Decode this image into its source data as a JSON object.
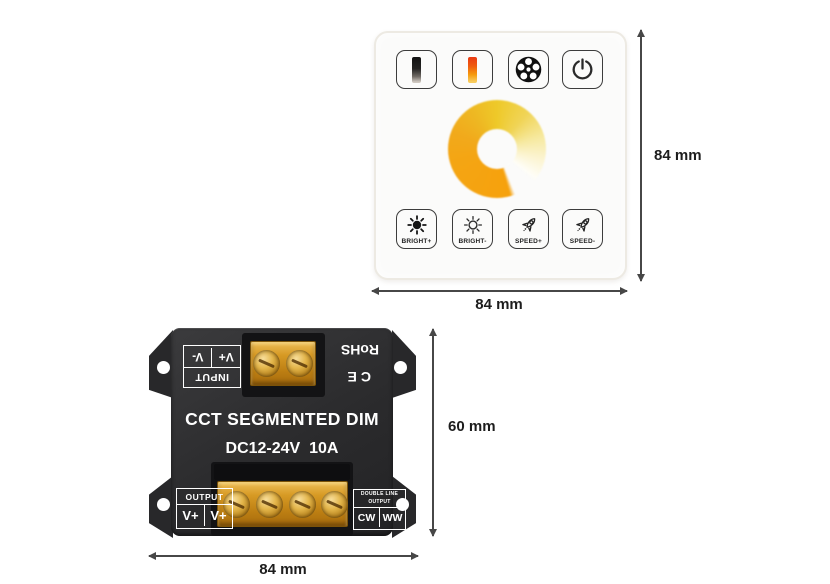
{
  "touch_panel": {
    "top_buttons": [
      {
        "name": "dim-cool",
        "icon": "black-gradient-bar-icon"
      },
      {
        "name": "dim-warm",
        "icon": "orange-gradient-bar-icon"
      },
      {
        "name": "mode-select",
        "icon": "dotted-disc-icon"
      },
      {
        "name": "power",
        "icon": "power-icon"
      }
    ],
    "bottom_buttons": [
      {
        "label": "BRIGHT+",
        "icon": "sun-filled-icon"
      },
      {
        "label": "BRIGHT-",
        "icon": "sun-outline-icon"
      },
      {
        "label": "SPEED+",
        "icon": "rocket-icon"
      },
      {
        "label": "SPEED-",
        "icon": "rocket-icon"
      }
    ],
    "wheel": {
      "type": "cct-color-temperature-ring",
      "warm_color": "#f5a310",
      "mid_color": "#eec929",
      "cool_color": "#fdf8ec",
      "gap_position": "bottom-right"
    }
  },
  "controller": {
    "input_block": {
      "title": "INPUT",
      "terminals": [
        "V+",
        "V-"
      ]
    },
    "certifications": {
      "rohs": "RoHS",
      "ce": "CE"
    },
    "title": "CCT SEGMENTED DIM",
    "rating": "DC12-24V  10A",
    "output_block": {
      "title": "OUTPUT",
      "terminals": [
        "V+",
        "V+"
      ]
    },
    "double_line_block": {
      "title_line1": "DOUBLE LINE",
      "title_line2": "OUTPUT",
      "terminals": [
        "CW",
        "WW"
      ]
    }
  },
  "dimensions": {
    "panel_height": "84 mm",
    "panel_width": "84 mm",
    "controller_height": "60 mm",
    "controller_width": "84 mm"
  }
}
